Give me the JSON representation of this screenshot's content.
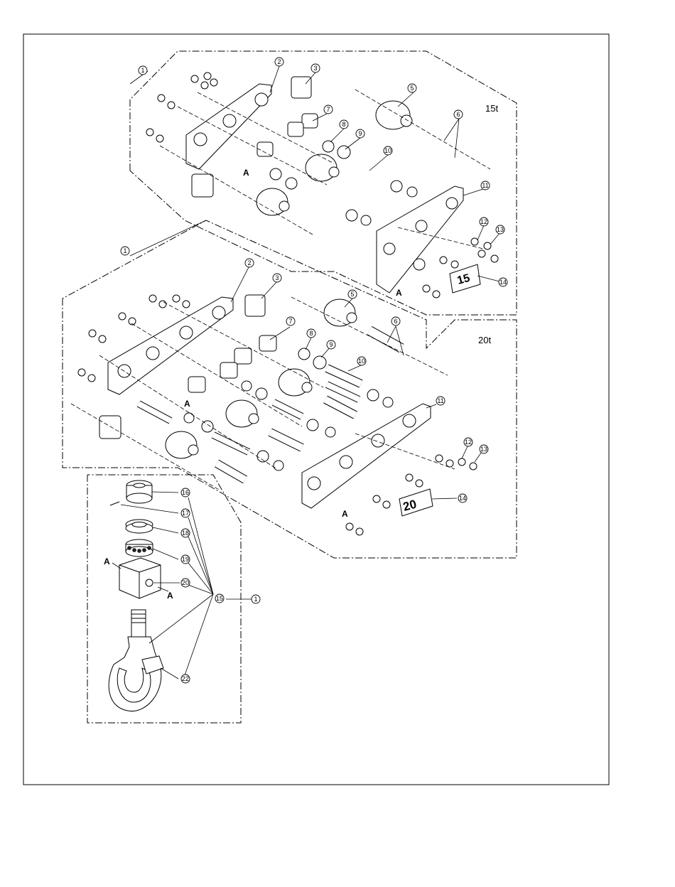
{
  "sections": {
    "top": {
      "rating": "15t"
    },
    "middle": {
      "rating": "20t"
    }
  },
  "section_marker": "A",
  "plate_labels": {
    "top": "15",
    "middle": "20"
  },
  "callouts": {
    "c1": "1",
    "c2": "2",
    "c3": "3",
    "c5": "5",
    "c6": "6",
    "c7": "7",
    "c8": "8",
    "c9": "9",
    "c10": "10",
    "c11": "11",
    "c12": "12",
    "c13": "13",
    "c14": "14",
    "c15": "15",
    "c16": "16",
    "c17": "17",
    "c18": "18",
    "c19": "19",
    "c20": "20",
    "c22": "22"
  }
}
